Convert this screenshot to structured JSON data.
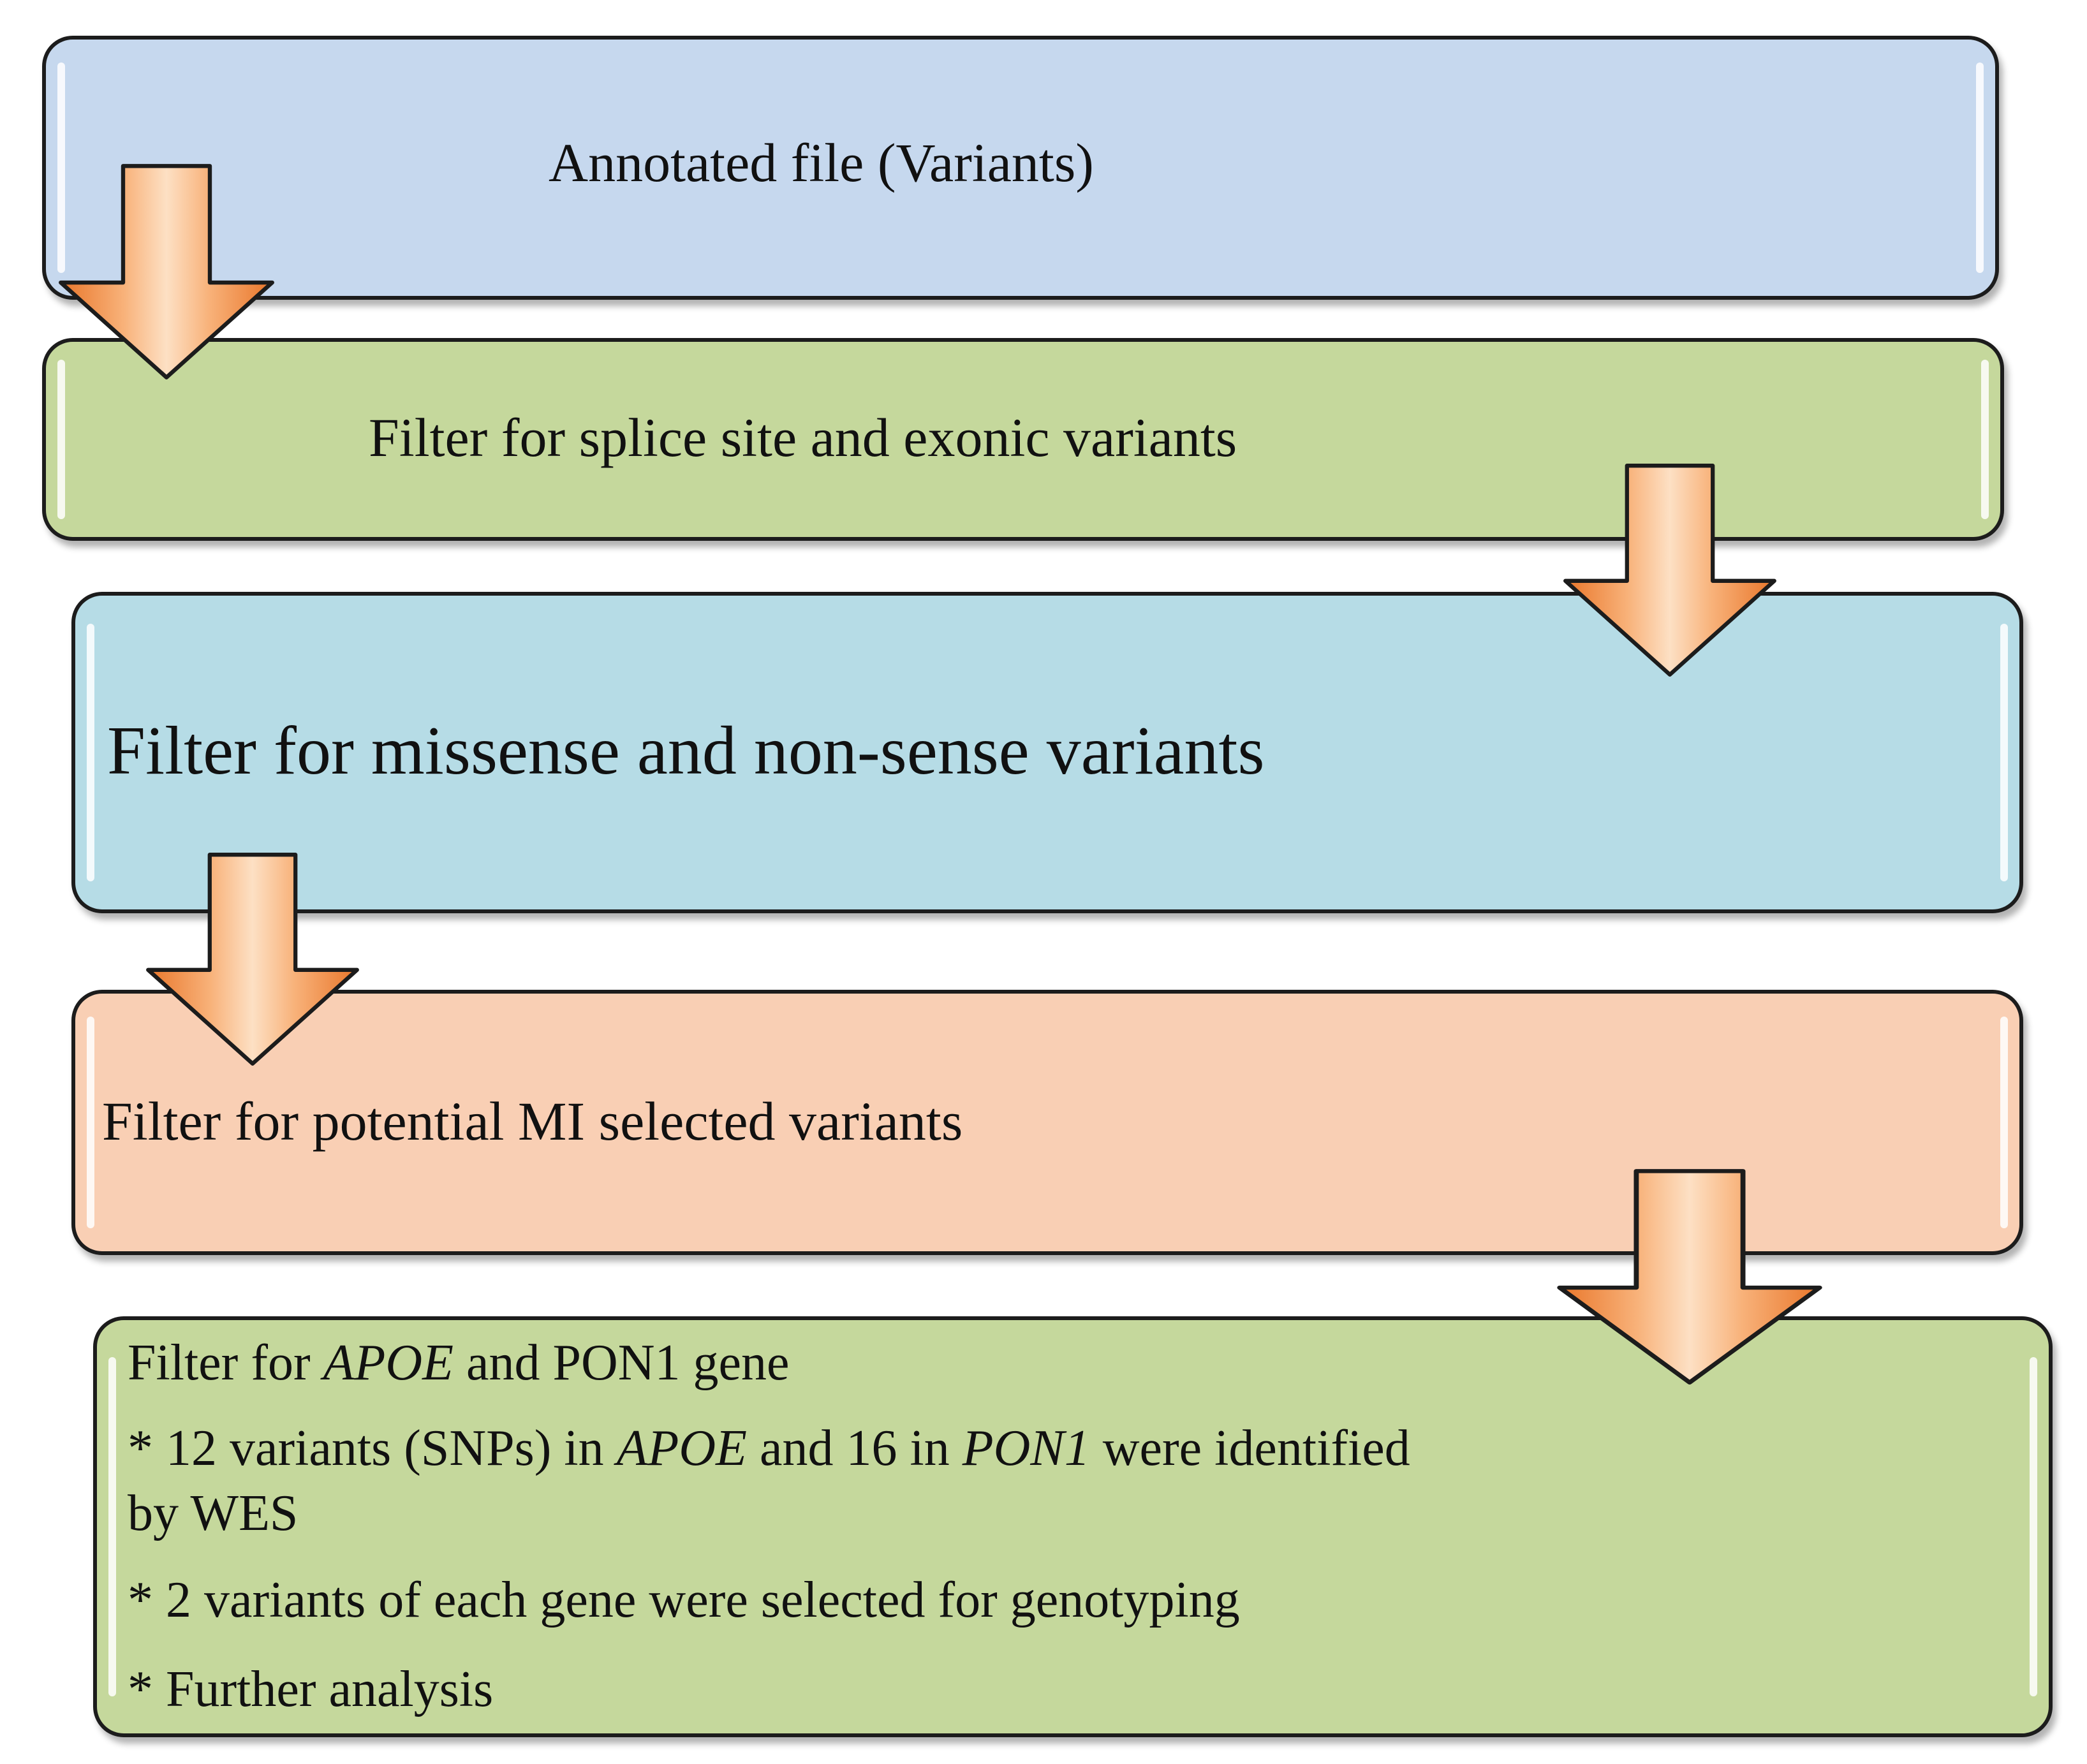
{
  "colors": {
    "box1": "#c6d8ee",
    "box2": "#c5d89c",
    "box3": "#b6dce6",
    "box4": "#f9cfb4",
    "box5": "#c5d89c",
    "arrow_light": "#f8b27a",
    "arrow_dark": "#e9762a",
    "outline": "#1c1c1c"
  },
  "steps": [
    {
      "text": "Annotated file (Variants)"
    },
    {
      "text": "Filter for splice site and exonic variants"
    },
    {
      "text": "Filter for missense and non-sense variants"
    },
    {
      "text": "Filter for potential MI selected variants"
    }
  ],
  "final": {
    "line1": {
      "a": "Filter for ",
      "b": "APOE",
      "c": " and PON1 gene"
    },
    "line2": {
      "a": "* 12 variants (SNPs) in ",
      "b": "APOE",
      "c": " and 16 in ",
      "d": "PON1",
      "e": " were identified"
    },
    "line2b": "by WES",
    "line3": "* 2 variants of each gene were selected for genotyping",
    "line4": "* Further analysis"
  },
  "arrows": [
    "down-arrow-icon",
    "down-arrow-icon",
    "down-arrow-icon",
    "down-arrow-icon"
  ]
}
